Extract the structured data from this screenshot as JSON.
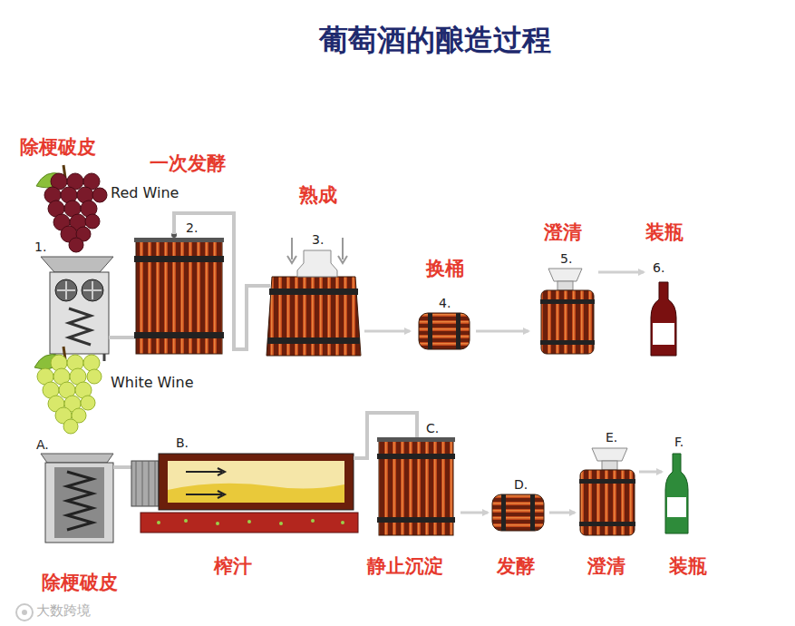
{
  "diagram": {
    "title": "葡萄酒的酿造过程",
    "labels": [
      "除梗破皮",
      "一次发酵",
      "Red Wine",
      "1.",
      "2.",
      "熟成",
      "3.",
      "换桶",
      "4.",
      "澄清",
      "5.",
      "装瓶",
      "6.",
      "White Wine",
      "A.",
      "B.",
      "C.",
      "D.",
      "E.",
      "F.",
      "除梗破皮",
      "榨汁",
      "静止沉淀",
      "发酵",
      "澄清",
      "装瓶",
      "大数跨境"
    ]
  }
}
